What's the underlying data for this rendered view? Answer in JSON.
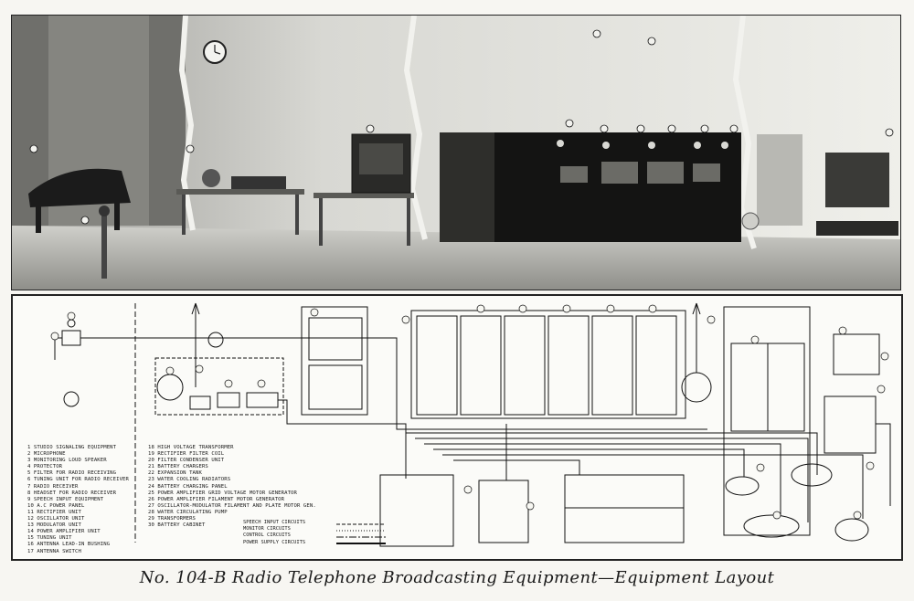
{
  "caption": "No. 104-B Radio Telephone Broadcasting Equipment—Equipment Layout",
  "legend": [
    "1 STUDIO SIGNALING EQUIPMENT",
    "2 MICROPHONE",
    "3 MONITORING LOUD SPEAKER",
    "4 PROTECTOR",
    "5 FILTER FOR RADIO RECEIVING",
    "6 TUNING UNIT FOR RADIO RECEIVER",
    "7 RADIO RECEIVER",
    "8 HEADSET FOR RADIO RECEIVER",
    "9 SPEECH INPUT EQUIPMENT",
    "10 A.C POWER PANEL",
    "11 RECTIFIER UNIT",
    "12 OSCILLATOR UNIT",
    "13 MODULATOR UNIT",
    "14 POWER AMPLIFIER UNIT",
    "15 TUNING UNIT",
    "16 ANTENNA LEAD-IN BUSHING",
    "17 ANTENNA SWITCH",
    "18 HIGH VOLTAGE TRANSFORMER",
    "19 RECTIFIER FILTER COIL",
    "20 FILTER CONDENSER UNIT",
    "21 BATTERY CHARGERS",
    "22 EXPANSION TANK",
    "23 WATER COOLING RADIATORS",
    "24 BATTERY CHARGING PANEL",
    "25 POWER AMPLIFIER GRID VOLTAGE MOTOR GENERATOR",
    "26 POWER AMPLIFIER FILAMENT MOTOR GENERATOR",
    "27 OSCILLATOR-MODULATOR FILAMENT AND PLATE MOTOR GEN.",
    "28 WATER CIRCULATING PUMP",
    "29 TRANSFORMERS",
    "30 BATTERY CABINET"
  ],
  "circuit_key": [
    "SPEECH INPUT CIRCUITS",
    "MONITOR CIRCUITS",
    "CONTROL CIRCUITS",
    "POWER SUPPLY CIRCUITS"
  ]
}
